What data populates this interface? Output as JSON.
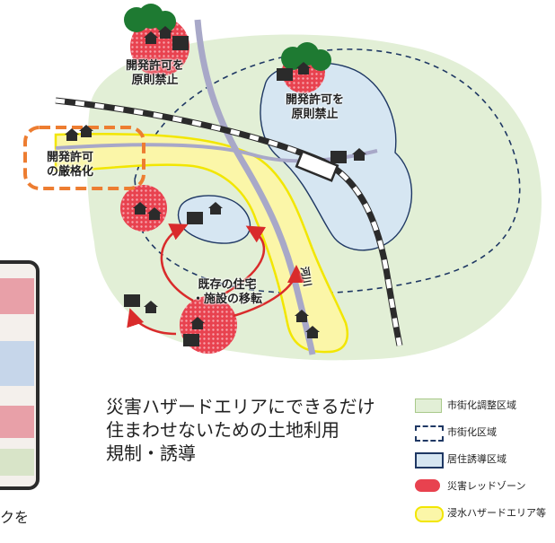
{
  "labels": {
    "forbid_top": "開発許可を\n原則禁止",
    "forbid_right": "開発許可を\n原則禁止",
    "strict": "開発許可\nの厳格化",
    "relocate": "既存の住宅\n・施設の移転",
    "river": "河川"
  },
  "caption": [
    "災害ハザードエリアにできるだけ",
    "住まわせないための土地利用",
    "規制・誘導"
  ],
  "legend": [
    {
      "label": "市街化調整区域",
      "color": "#e2efd6"
    },
    {
      "label": "市街化区域",
      "color": "#1f3864"
    },
    {
      "label": "居住誘導区域",
      "color": "#d6e6f2"
    },
    {
      "label": "災害レッドゾーン",
      "color": "#e8424f"
    },
    {
      "label": "浸水ハザードエリア等",
      "color": "#f2e600"
    }
  ],
  "left_fragment": "クを"
}
